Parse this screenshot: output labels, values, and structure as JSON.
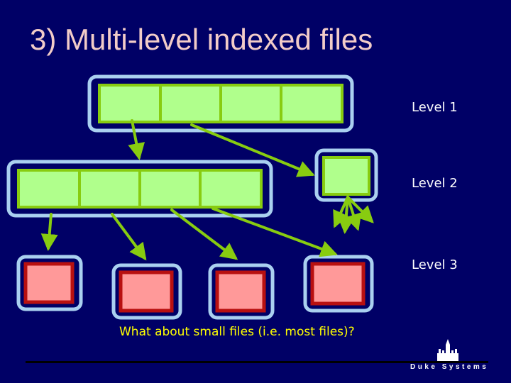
{
  "title": "3) Multi-level indexed files",
  "levels": {
    "l1": "Level 1",
    "l2": "Level 2",
    "l3": "Level 3"
  },
  "question": "What about small files (i.e. most files)?",
  "footer": {
    "logo_text": "Duke Systems"
  },
  "colors": {
    "background": "#000066",
    "frame": "#aad0f0",
    "index_block_fill": "#b0ff8c",
    "index_block_border": "#88cc10",
    "data_block_fill": "#ff9999",
    "data_block_border": "#b81010",
    "arrow": "#88cc10",
    "question_text": "#ffff00"
  }
}
